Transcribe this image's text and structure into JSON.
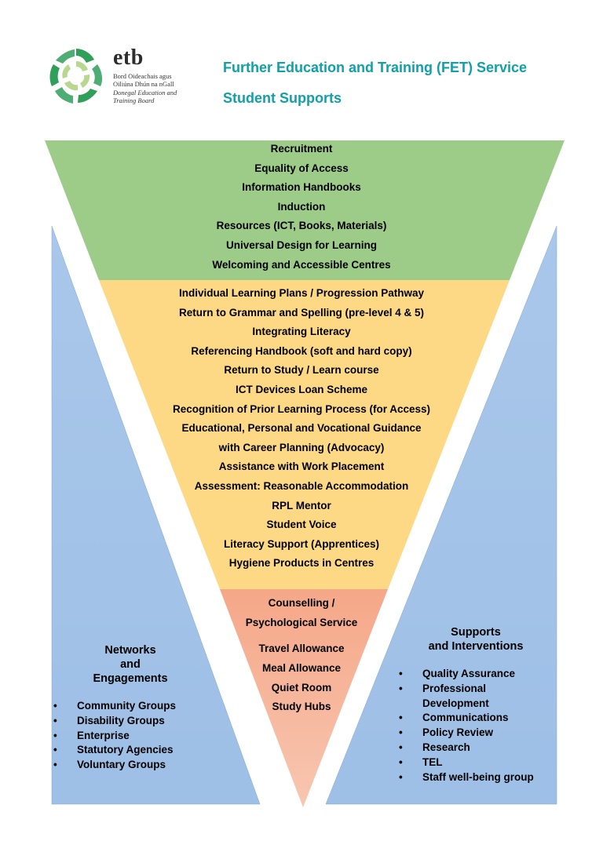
{
  "header": {
    "title_line1": "Further Education and Training (FET) Service",
    "title_line2": "Student Supports"
  },
  "logo": {
    "wordmark": "etb",
    "line1": "Bord Oideachais agus",
    "line2": "Oiliúna Dhún na nGall",
    "line3": "Donegal Education and",
    "line4": "Training Board"
  },
  "colors": {
    "title": "#10a0a8",
    "tier1": "#9dcb88",
    "tier2": "#fdd885",
    "tier3_top": "#f5a788",
    "tier3_bottom": "#f7c1ab",
    "side": "#a9c7ea",
    "logo_green": "#2f9f5a"
  },
  "tier1": {
    "items": [
      "Recruitment",
      "Equality of Access",
      "Information Handbooks",
      "Induction",
      "Resources (ICT, Books, Materials)",
      "Universal Design for Learning",
      "Welcoming and Accessible Centres"
    ]
  },
  "tier2": {
    "items": [
      "Individual Learning Plans / Progression Pathway",
      "Return to Grammar and Spelling (pre-level 4 & 5)",
      "Integrating Literacy",
      "Referencing Handbook (soft and hard copy)",
      "Return to Study / Learn course",
      "ICT Devices Loan Scheme",
      "Recognition of Prior Learning Process (for Access)",
      "Educational, Personal and Vocational Guidance",
      "with Career Planning (Advocacy)",
      "Assistance with Work Placement",
      "Assessment: Reasonable Accommodation",
      "RPL Mentor",
      "Student Voice",
      "Literacy Support (Apprentices)",
      "Hygiene Products in Centres"
    ]
  },
  "tier3": {
    "items": [
      "Counselling /",
      "Psychological Service"
    ],
    "items_b": [
      "Travel Allowance",
      "Meal Allowance",
      "Quiet Room",
      "Study Hubs"
    ]
  },
  "left_panel": {
    "title_lines": [
      "Networks",
      "and",
      "Engagements"
    ],
    "bullet": "•",
    "items": [
      "Community Groups",
      "Disability Groups",
      "Enterprise",
      "Statutory Agencies",
      "Voluntary Groups"
    ]
  },
  "right_panel": {
    "title_lines": [
      "Supports",
      "and Interventions"
    ],
    "bullet": "•",
    "items": [
      "Quality Assurance",
      "Professional",
      "Development",
      "Communications",
      "Policy Review",
      "Research",
      "TEL",
      "Staff well-being group"
    ]
  }
}
